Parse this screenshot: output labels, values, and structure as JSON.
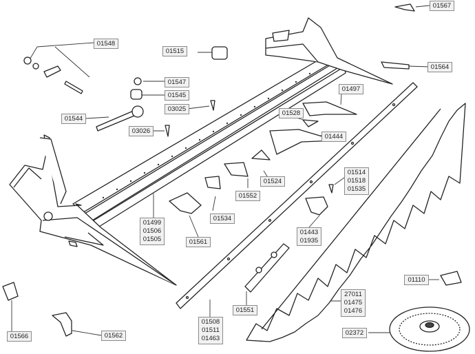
{
  "parts": {
    "p01567": "01567",
    "p01548": "01548",
    "p01515": "01515",
    "p01564": "01564",
    "p01547": "01547",
    "p01545": "01545",
    "p01497": "01497",
    "p03025": "03025",
    "p01544": "01544",
    "p01528": "01528",
    "p03026": "03026",
    "p01444": "01444",
    "p01524": "01524",
    "p01552": "01552",
    "p01514_group": [
      "01514",
      "01518",
      "01535"
    ],
    "p01534": "01534",
    "p01499_group": [
      "01499",
      "01506",
      "01505"
    ],
    "p01561": "01561",
    "p01443_group": [
      "01443",
      "01935"
    ],
    "p01110": "01110",
    "p01551": "01551",
    "p27011_group": [
      "27011",
      "01475",
      "01476"
    ],
    "p01566": "01566",
    "p01562": "01562",
    "p01508_group": [
      "01508",
      "01511",
      "01463"
    ],
    "p02372": "02372"
  }
}
